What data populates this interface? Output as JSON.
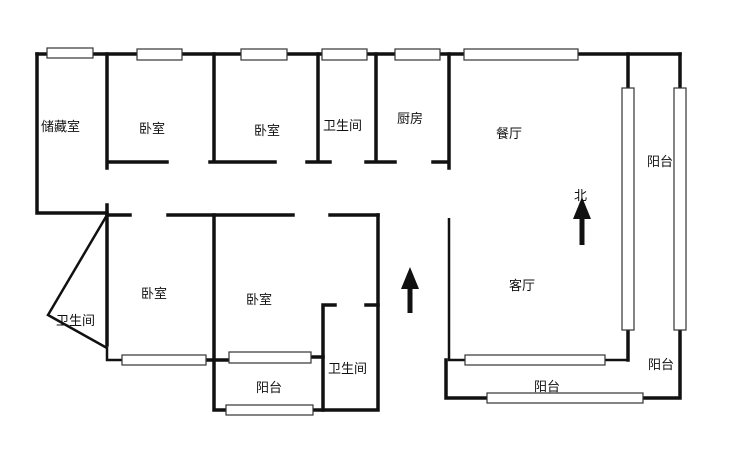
{
  "rooms": {
    "storage": "储藏室",
    "bedroom1": "卧室",
    "bedroom2": "卧室",
    "bath_top": "卫生间",
    "kitchen": "厨房",
    "dining": "餐厅",
    "balcony_east": "阳台",
    "bedroom3": "卧室",
    "bedroom4": "卧室",
    "bath_left": "卫生间",
    "bath_mid": "卫生间",
    "balcony_south_mid": "阳台",
    "living": "客厅",
    "balcony_corner": "阳台",
    "balcony_south": "阳台"
  },
  "compass": {
    "north": "北"
  }
}
